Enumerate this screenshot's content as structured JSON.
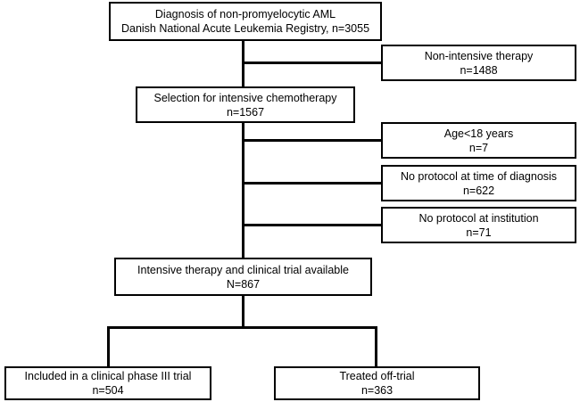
{
  "diagram": {
    "title": "AML study population flow diagram",
    "type": "flowchart",
    "stroke_color": "#000000",
    "background_color": "#ffffff",
    "nodes": {
      "source_registry": {
        "line1": "Diagnosis of non-promyelocytic AML",
        "line2": "Danish National Acute Leukemia Registry, n=3055",
        "count": 3055
      },
      "non_intensive": {
        "line1": "Non-intensive therapy",
        "line2": "n=1488",
        "count": 1488
      },
      "selection_intensive": {
        "line1": "Selection for intensive chemotherapy",
        "line2": "n=1567",
        "count": 1567
      },
      "age_under_18": {
        "line1": "Age<18 years",
        "line2": "n=7",
        "count": 7
      },
      "no_protocol_diagnosis": {
        "line1": "No protocol at time of diagnosis",
        "line2": "n=622",
        "count": 622
      },
      "no_protocol_institution": {
        "line1": "No protocol at institution",
        "line2": "n=71",
        "count": 71
      },
      "intensive_and_trial": {
        "line1": "Intensive therapy and clinical trial available",
        "line2": "N=867",
        "count": 867
      },
      "included_phase_iii": {
        "line1": "Included in a clinical phase III trial",
        "line2": "n=504",
        "count": 504
      },
      "treated_off_trial": {
        "line1": "Treated off-trial",
        "line2": "n=363",
        "count": 363
      }
    }
  }
}
